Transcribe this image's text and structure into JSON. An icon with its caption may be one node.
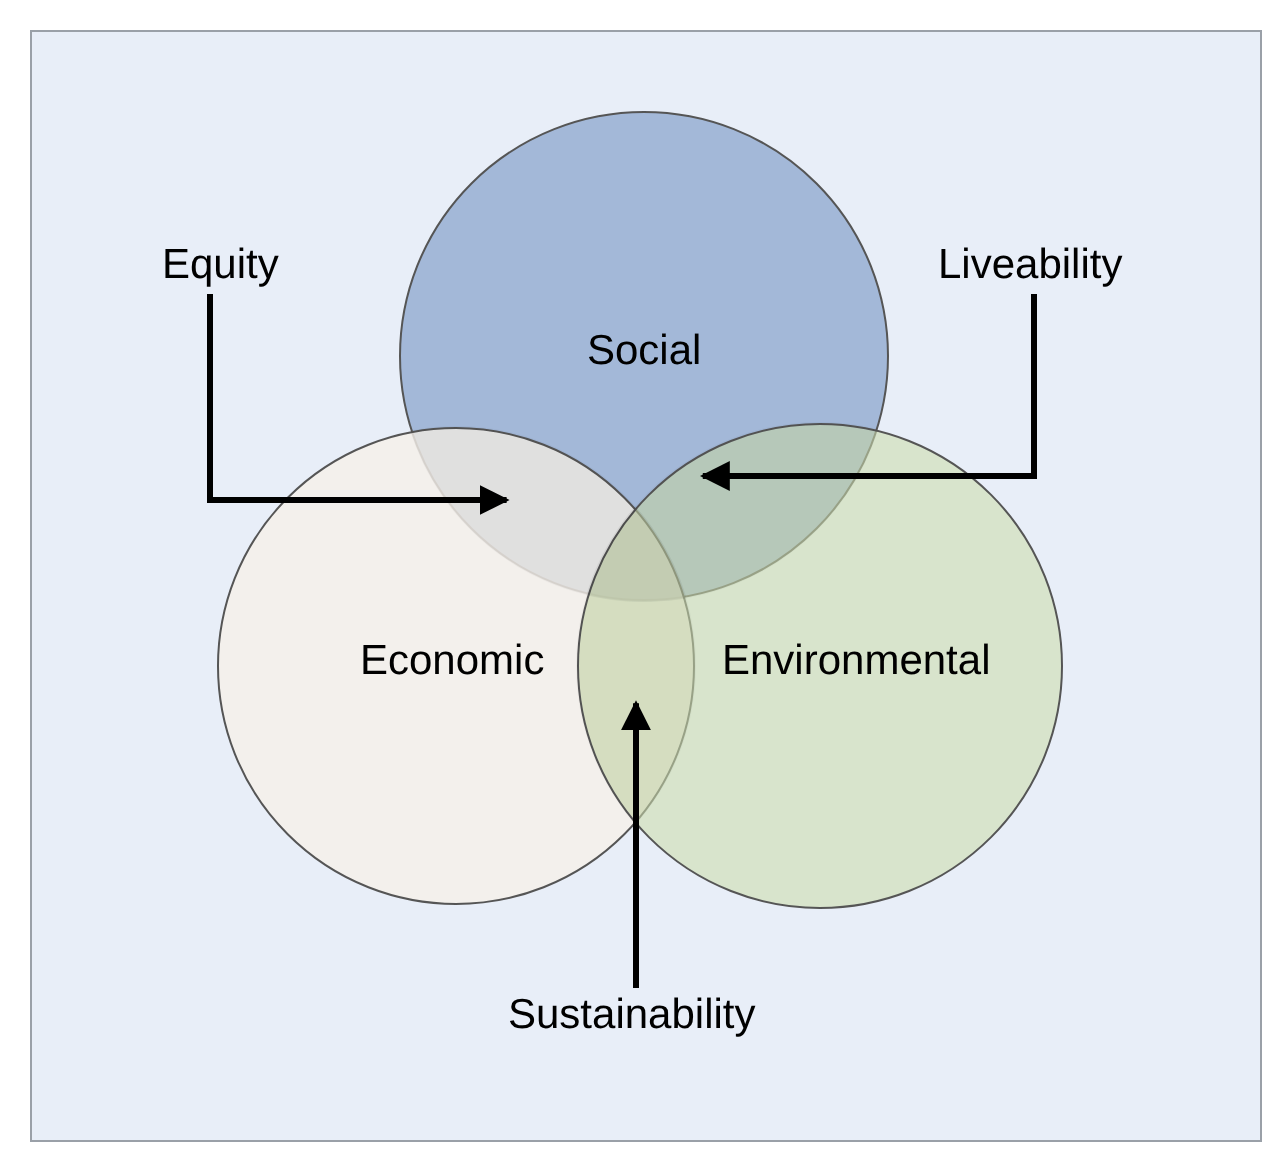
{
  "diagram": {
    "nodes": [
      {
        "text": [
          "Social"
        ]
      },
      {
        "text": [
          "Economic"
        ]
      },
      {
        "text": [
          "Environmental"
        ]
      },
      {
        "text": [
          "Equity"
        ]
      },
      {
        "text": [
          "Liveability"
        ]
      },
      {
        "text": [
          "Sustainability"
        ]
      },
      {
        "text": [],
        "shape": "lens"
      },
      {
        "text": [],
        "shape": "lens"
      },
      {
        "text": [],
        "shape": "lens"
      }
    ],
    "edges": [
      {
        "from": 3,
        "to": 6,
        "arrow": "to"
      },
      {
        "from": 4,
        "to": 7,
        "arrow": "to"
      },
      {
        "from": 5,
        "to": 8,
        "arrow": "to"
      }
    ]
  }
}
